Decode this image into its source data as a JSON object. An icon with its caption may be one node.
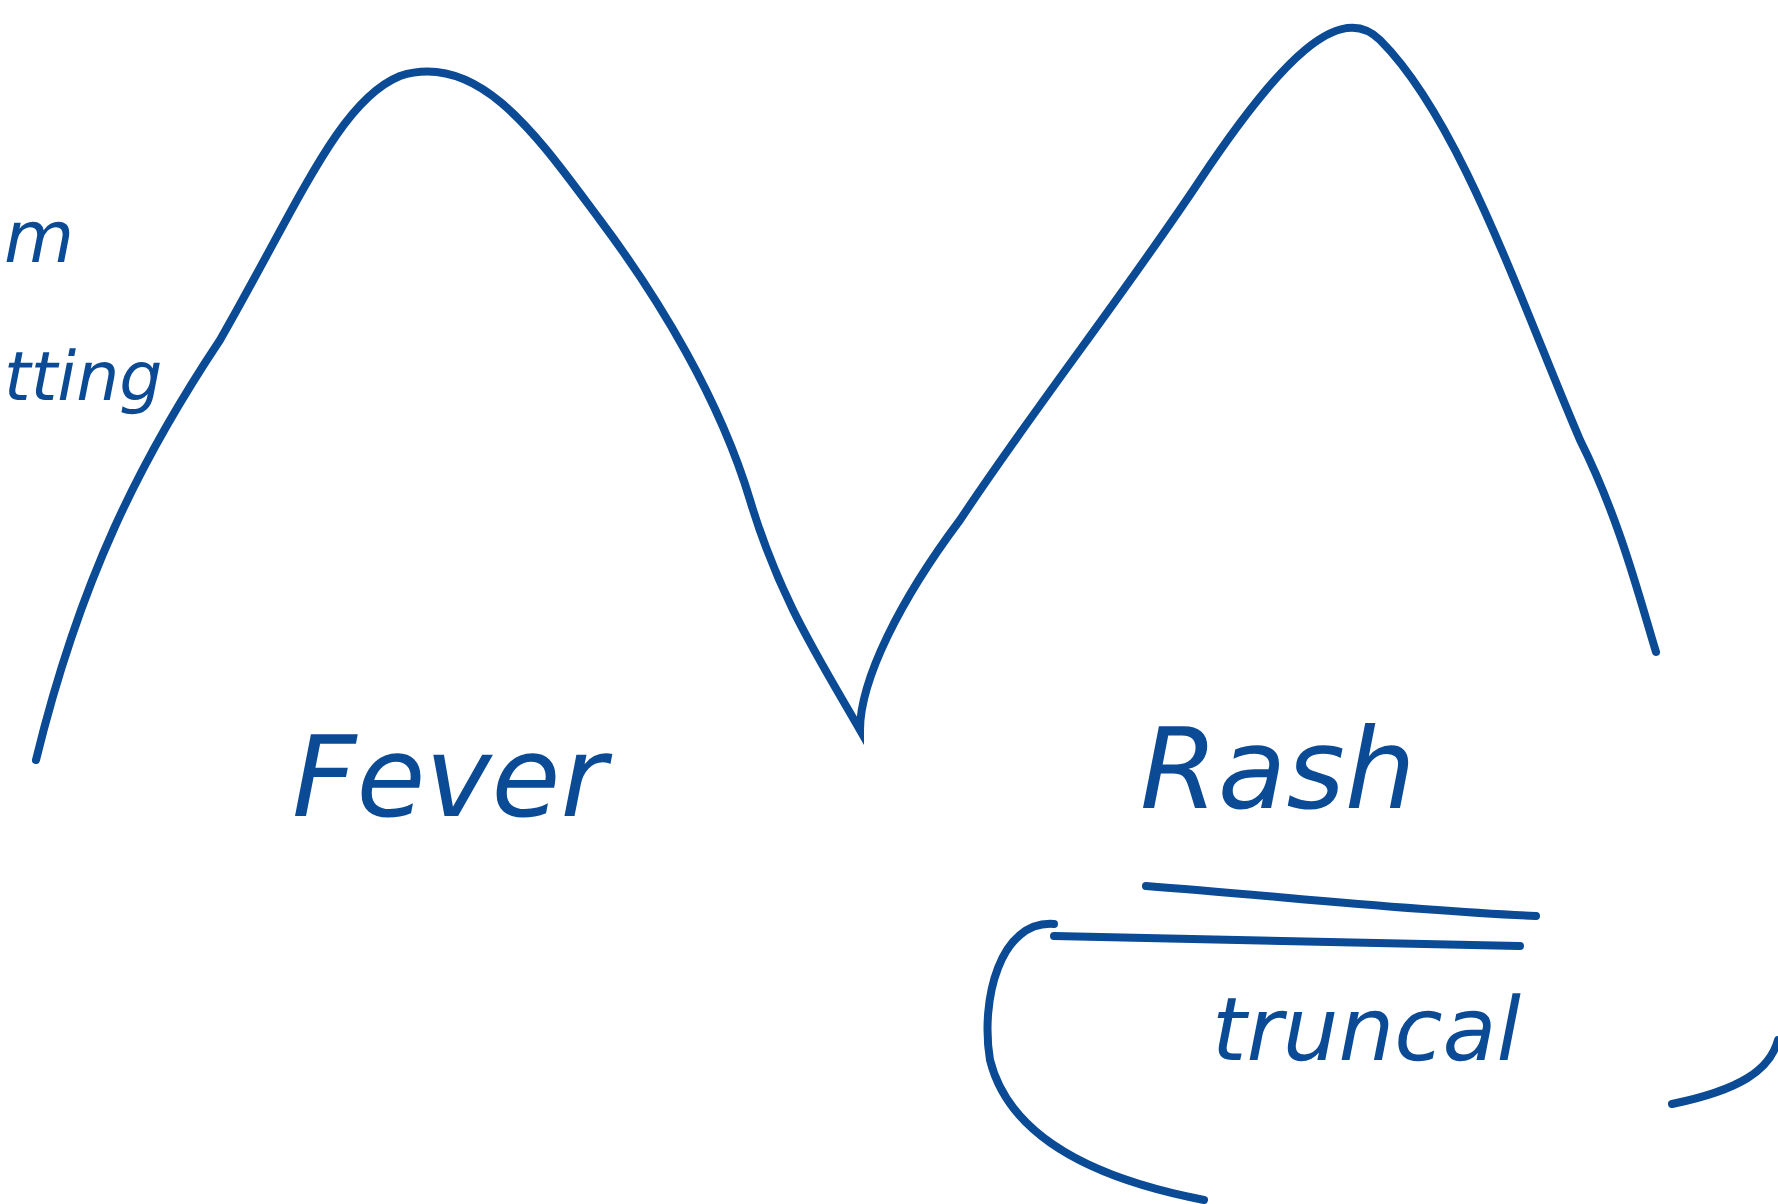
{
  "diagram": {
    "labels": [
      "m",
      "tting",
      "Fever",
      "Rash",
      "truncal"
    ]
  }
}
